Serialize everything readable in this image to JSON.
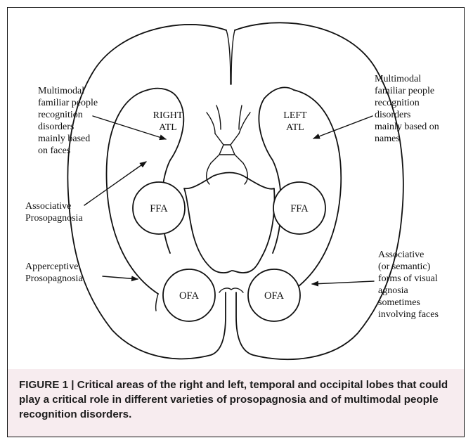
{
  "labels": {
    "right_top": [
      "Multimodal",
      "familiar people",
      "recognition",
      "disorders",
      "mainly based",
      "on faces"
    ],
    "left_top": [
      "Multimodal",
      "familiar people",
      "recognition",
      "disorders",
      "mainly based on",
      "names"
    ],
    "right_mid": [
      "Associative",
      "Prosopagnosia"
    ],
    "right_bottom": [
      "Apperceptive",
      "Prosopagnosia"
    ],
    "left_bottom": [
      "Associative",
      "(or semantic)",
      "forms of visual",
      "agnosia",
      "sometimes",
      "involving faces"
    ]
  },
  "regions": {
    "right_atl": [
      "RIGHT",
      "ATL"
    ],
    "left_atl": [
      "LEFT",
      "ATL"
    ],
    "ffa_right": "FFA",
    "ffa_left": "FFA",
    "ofa_right": "OFA",
    "ofa_left": "OFA"
  },
  "caption": "FIGURE 1 | Critical areas of the right and left, temporal and occipital lobes that could play a critical role in different varieties of prosopagnosia and of multimodal people recognition disorders."
}
